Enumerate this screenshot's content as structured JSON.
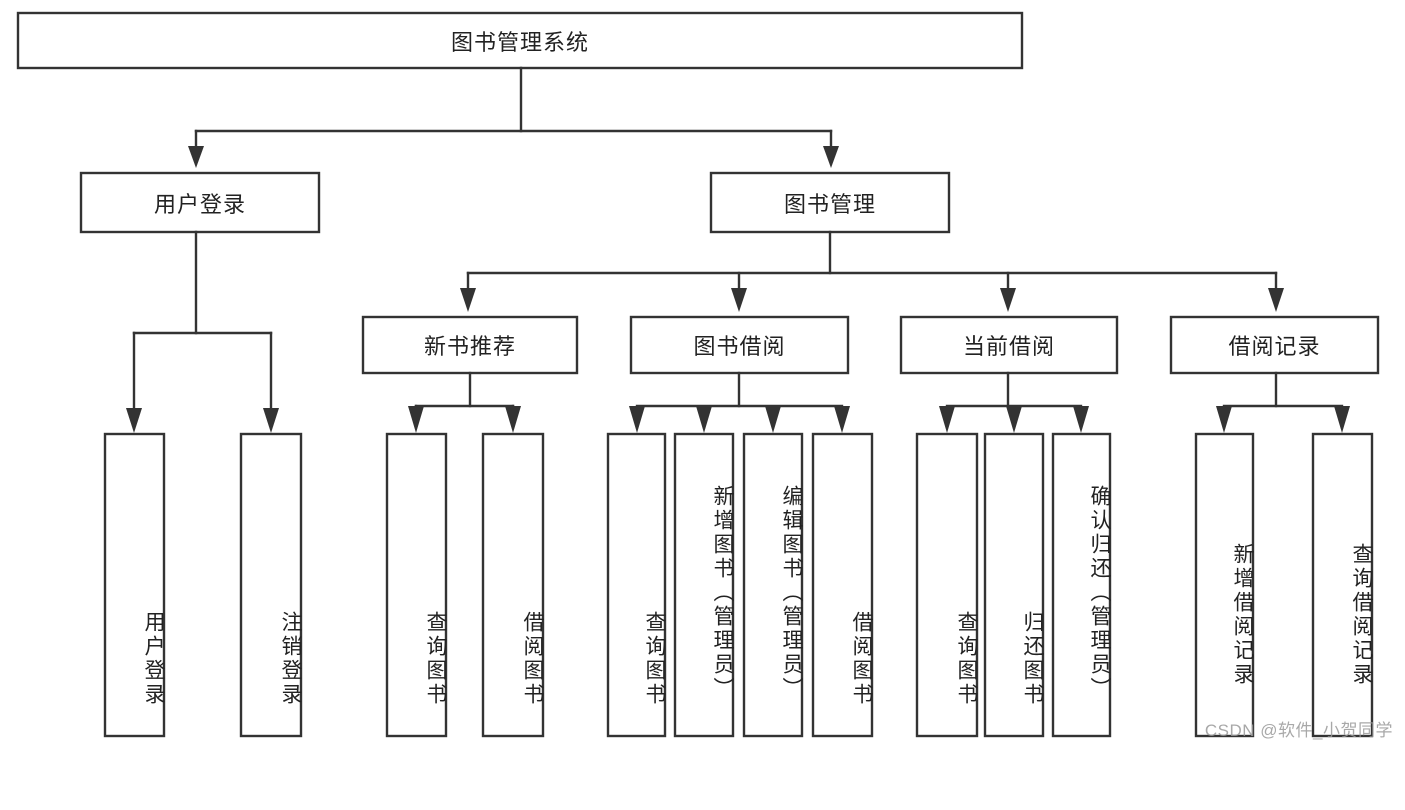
{
  "diagram": {
    "type": "tree-hierarchy",
    "title": "图书管理系统",
    "orientation": "top-down",
    "colors": {
      "box_stroke": "#333333",
      "box_fill": "#ffffff",
      "text": "#222222",
      "background": "#ffffff",
      "watermark": "#9a9a9a"
    },
    "root": {
      "label": "图书管理系统"
    },
    "level2": [
      {
        "label": "用户登录"
      },
      {
        "label": "图书管理"
      }
    ],
    "level3": [
      {
        "label": "新书推荐"
      },
      {
        "label": "图书借阅"
      },
      {
        "label": "当前借阅"
      },
      {
        "label": "借阅记录"
      }
    ],
    "leaves": {
      "user_login": [
        {
          "label": "用户登录"
        },
        {
          "label": "注销登录"
        }
      ],
      "new_book_recommend": [
        {
          "label": "查询图书"
        },
        {
          "label": "借阅图书"
        }
      ],
      "book_borrow": [
        {
          "label": "查询图书"
        },
        {
          "label": "新增图书（管理员）"
        },
        {
          "label": "编辑图书（管理员）"
        },
        {
          "label": "借阅图书"
        }
      ],
      "current_borrow": [
        {
          "label": "查询图书"
        },
        {
          "label": "归还图书"
        },
        {
          "label": "确认归还（管理员）"
        }
      ],
      "borrow_record": [
        {
          "label": "新增借阅记录"
        },
        {
          "label": "查询借阅记录"
        }
      ]
    }
  },
  "watermark": {
    "text": "CSDN @软件_小贺同学"
  }
}
